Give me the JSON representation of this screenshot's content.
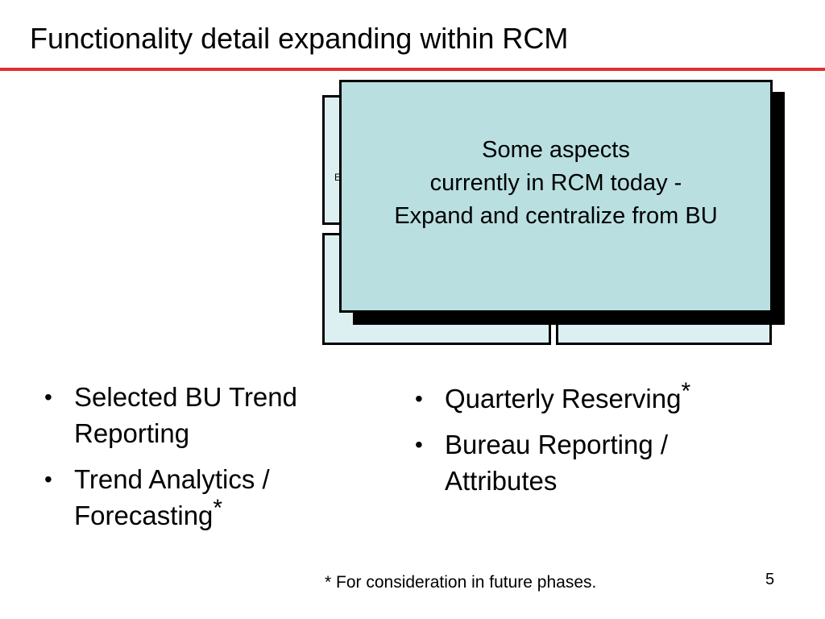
{
  "slide": {
    "title": "Functionality detail expanding within RCM",
    "page_number": "5",
    "footnote": "* For consideration in future phases."
  },
  "colors": {
    "accent_rule": "#e0312f",
    "callout_fill": "#b9dfe1",
    "box_fill": "#dcf0f1"
  },
  "diagram": {
    "partial_letter": "E",
    "callout": {
      "lines": [
        "Some aspects",
        "currently in RCM today -",
        "Expand and centralize from BU"
      ]
    }
  },
  "left_bullets": {
    "items": [
      {
        "line1": "Selected BU Trend",
        "line2": "Reporting",
        "star": ""
      },
      {
        "line1": "Trend Analytics /",
        "line2": "Forecasting",
        "star": "*"
      }
    ]
  },
  "right_bullets": {
    "items": [
      {
        "line1": "Quarterly Reserving",
        "line2": "",
        "star": "*"
      },
      {
        "line1": "Bureau Reporting /",
        "line2": "Attributes",
        "star": ""
      }
    ]
  },
  "bullet_glyph": "•"
}
